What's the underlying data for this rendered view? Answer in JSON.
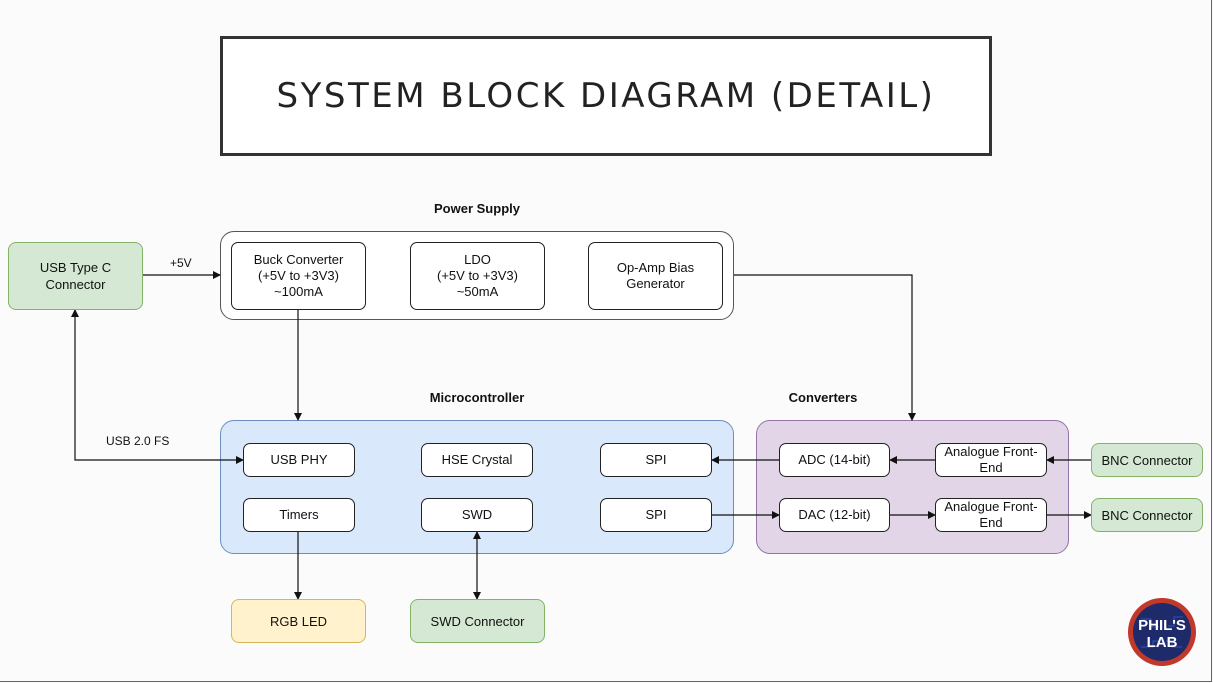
{
  "title": "SYSTEM BLOCK DIAGRAM (DETAIL)",
  "groups": {
    "power_supply": "Power Supply",
    "microcontroller": "Microcontroller",
    "converters": "Converters"
  },
  "blocks": {
    "usb_type_c": "USB Type C\nConnector",
    "buck_converter": "Buck Converter\n(+5V to +3V3)\n~100mA",
    "ldo": "LDO\n(+5V to +3V3)\n~50mA",
    "opamp_bias": "Op-Amp Bias\nGenerator",
    "usb_phy": "USB PHY",
    "hse_crystal": "HSE Crystal",
    "spi_1": "SPI",
    "timers": "Timers",
    "swd": "SWD",
    "spi_2": "SPI",
    "adc": "ADC (14-bit)",
    "dac": "DAC (12-bit)",
    "afe_1": "Analogue Front-\nEnd",
    "afe_2": "Analogue Front-\nEnd",
    "bnc_1": "BNC Connector",
    "bnc_2": "BNC Connector",
    "rgb_led": "RGB LED",
    "swd_connector": "SWD Connector"
  },
  "edges": {
    "plus5v": "+5V",
    "usb20fs": "USB 2.0 FS"
  },
  "logo": {
    "line1": "PHIL'S",
    "line2": "LAB"
  },
  "colors": {
    "power_fill": "#ffffff",
    "mcu_fill": "#dae8fc",
    "mcu_border": "#6c8ebf",
    "conv_fill": "#e1d5e7",
    "conv_border": "#9673a6",
    "green_fill": "#d5e8d4",
    "yellow_fill": "#fff2cc"
  }
}
